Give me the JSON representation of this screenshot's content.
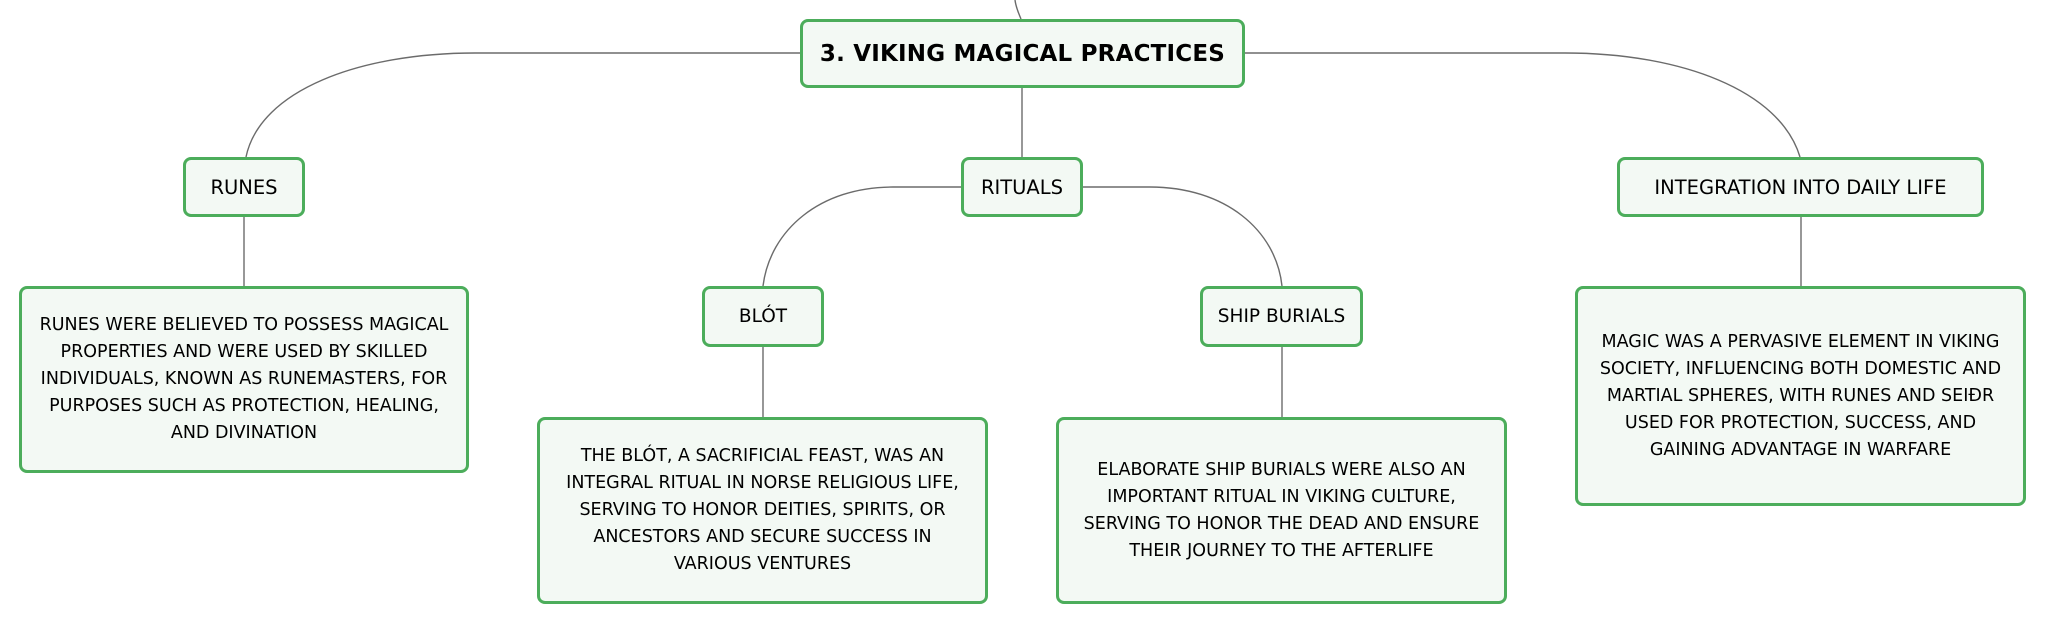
{
  "mindmap": {
    "root": {
      "label": "3. VIKING MAGICAL PRACTICES"
    },
    "branches": {
      "runes": {
        "label": "RUNES",
        "description": "RUNES WERE BELIEVED TO POSSESS MAGICAL PROPERTIES AND WERE USED BY SKILLED INDIVIDUALS, KNOWN AS RUNEMASTERS, FOR PURPOSES SUCH AS PROTECTION, HEALING, AND DIVINATION"
      },
      "rituals": {
        "label": "RITUALS",
        "children": {
          "blot": {
            "label": "BLÓT",
            "description": "THE BLÓT, A SACRIFICIAL FEAST, WAS AN INTEGRAL RITUAL IN NORSE RELIGIOUS LIFE, SERVING TO HONOR DEITIES, SPIRITS, OR ANCESTORS AND SECURE SUCCESS IN VARIOUS VENTURES"
          },
          "ship_burials": {
            "label": "SHIP BURIALS",
            "description": "ELABORATE SHIP BURIALS WERE ALSO AN IMPORTANT RITUAL IN VIKING CULTURE, SERVING TO HONOR THE DEAD AND ENSURE THEIR JOURNEY TO THE AFTERLIFE"
          }
        }
      },
      "daily_life": {
        "label": "INTEGRATION INTO DAILY LIFE",
        "description": "MAGIC WAS A PERVASIVE ELEMENT IN VIKING SOCIETY, INFLUENCING BOTH DOMESTIC AND MARTIAL SPHERES, WITH RUNES AND SEIÐR USED FOR PROTECTION, SUCCESS, AND GAINING ADVANTAGE IN WARFARE"
      }
    },
    "colors": {
      "node_border": "#4cad5b",
      "node_fill": "#f3f9f4",
      "connector": "#6b6b6b"
    }
  }
}
